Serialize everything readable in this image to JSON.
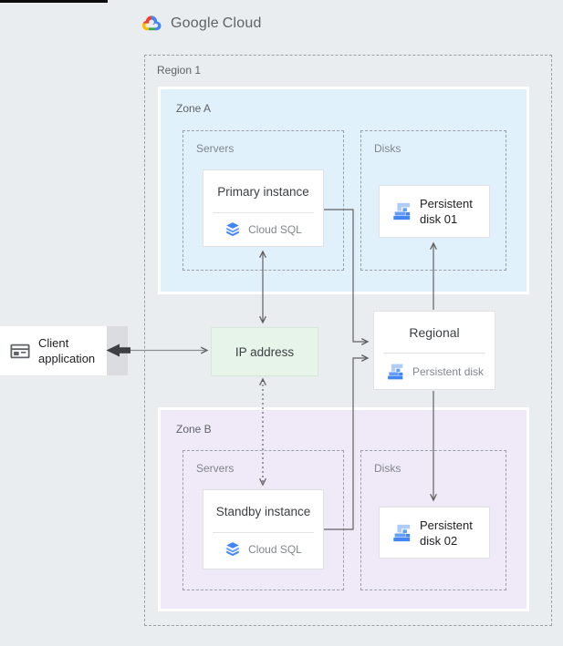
{
  "header": {
    "logo_google": "Google",
    "logo_cloud": "Cloud"
  },
  "region": {
    "label": "Region 1"
  },
  "zones": {
    "a": {
      "label": "Zone A",
      "servers_label": "Servers",
      "disks_label": "Disks"
    },
    "b": {
      "label": "Zone B",
      "servers_label": "Servers",
      "disks_label": "Disks"
    }
  },
  "nodes": {
    "client": {
      "line1": "Client",
      "line2": "application"
    },
    "ip": {
      "label": "IP address"
    },
    "primary": {
      "title": "Primary instance",
      "service": "Cloud SQL"
    },
    "standby": {
      "title": "Standby instance",
      "service": "Cloud SQL"
    },
    "regional": {
      "title": "Regional",
      "service": "Persistent disk"
    },
    "disk01": {
      "line1": "Persistent",
      "line2": "disk 01"
    },
    "disk02": {
      "line1": "Persistent",
      "line2": "disk 02"
    }
  },
  "icons": {
    "logo": "google-cloud-logo-icon",
    "database": "cloud-sql-icon",
    "disk": "persistent-disk-icon",
    "client": "client-application-icon"
  },
  "colors": {
    "bg": "#e9edf0",
    "zone_a_fill": "#e1f1fb",
    "zone_b_fill": "#f0e9f8",
    "ip_fill": "#e6f4ea",
    "ip_border": "#d4e7da",
    "node_border": "#dfe1e5",
    "divider": "#e1e3e6",
    "dashed": "#9aa0a6",
    "gray_panel": "#dadce0",
    "text_black": "#202124",
    "text_dark": "#3c4043",
    "text_mid": "#5f6368",
    "text_light": "#80868b",
    "arrow": "#616161",
    "arrow_light": "#8a8f94",
    "thick_arrow": "#3c4043",
    "blue": "#4285f4",
    "blue_mid": "#669df6",
    "blue_light": "#aecbfa",
    "logo_red": "#ea4335",
    "logo_yellow": "#fbbc04",
    "logo_green": "#34a853"
  }
}
